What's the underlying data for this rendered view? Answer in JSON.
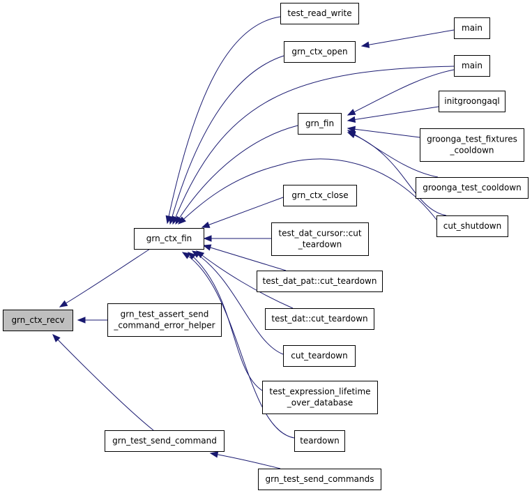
{
  "graph": {
    "edge_color": "#191970",
    "root_fill": "#bfbfbf",
    "nodes": [
      {
        "id": "grn_ctx_recv",
        "lines": [
          "grn_ctx_recv"
        ],
        "root": true
      },
      {
        "id": "grn_ctx_fin",
        "lines": [
          "grn_ctx_fin"
        ]
      },
      {
        "id": "grn_test_assert_send_command_error_helper",
        "lines": [
          "grn_test_assert_send",
          "_command_error_helper"
        ]
      },
      {
        "id": "grn_test_send_command",
        "lines": [
          "grn_test_send_command"
        ]
      },
      {
        "id": "grn_test_send_commands",
        "lines": [
          "grn_test_send_commands"
        ]
      },
      {
        "id": "test_read_write",
        "lines": [
          "test_read_write"
        ]
      },
      {
        "id": "grn_ctx_open",
        "lines": [
          "grn_ctx_open"
        ]
      },
      {
        "id": "main_1",
        "lines": [
          "main"
        ]
      },
      {
        "id": "main_2",
        "lines": [
          "main"
        ]
      },
      {
        "id": "grn_fin",
        "lines": [
          "grn_fin"
        ]
      },
      {
        "id": "initgroongaql",
        "lines": [
          "initgroongaql"
        ]
      },
      {
        "id": "groonga_test_fixtures_cooldown",
        "lines": [
          "groonga_test_fixtures",
          "_cooldown"
        ]
      },
      {
        "id": "groonga_test_cooldown",
        "lines": [
          "groonga_test_cooldown"
        ]
      },
      {
        "id": "cut_shutdown",
        "lines": [
          "cut_shutdown"
        ]
      },
      {
        "id": "grn_ctx_close",
        "lines": [
          "grn_ctx_close"
        ]
      },
      {
        "id": "test_dat_cursor_cut_teardown",
        "lines": [
          "test_dat_cursor::cut",
          "_teardown"
        ]
      },
      {
        "id": "test_dat_pat_cut_teardown",
        "lines": [
          "test_dat_pat::cut_teardown"
        ]
      },
      {
        "id": "test_dat_cut_teardown",
        "lines": [
          "test_dat::cut_teardown"
        ]
      },
      {
        "id": "cut_teardown",
        "lines": [
          "cut_teardown"
        ]
      },
      {
        "id": "test_expression_lifetime_over_database",
        "lines": [
          "test_expression_lifetime",
          "_over_database"
        ]
      },
      {
        "id": "teardown",
        "lines": [
          "teardown"
        ]
      }
    ],
    "edges": [
      {
        "from": "grn_ctx_fin",
        "to": "grn_ctx_recv"
      },
      {
        "from": "grn_test_assert_send_command_error_helper",
        "to": "grn_ctx_recv"
      },
      {
        "from": "grn_test_send_command",
        "to": "grn_ctx_recv"
      },
      {
        "from": "grn_test_send_commands",
        "to": "grn_test_send_command"
      },
      {
        "from": "test_read_write",
        "to": "grn_ctx_fin"
      },
      {
        "from": "grn_ctx_open",
        "to": "grn_ctx_fin"
      },
      {
        "from": "main_1",
        "to": "grn_ctx_open"
      },
      {
        "from": "main_2",
        "to": "grn_ctx_fin"
      },
      {
        "from": "grn_fin",
        "to": "grn_ctx_fin"
      },
      {
        "from": "main_2",
        "to": "grn_fin"
      },
      {
        "from": "initgroongaql",
        "to": "grn_fin"
      },
      {
        "from": "groonga_test_fixtures_cooldown",
        "to": "grn_fin"
      },
      {
        "from": "groonga_test_cooldown",
        "to": "grn_fin"
      },
      {
        "from": "cut_shutdown",
        "to": "grn_fin"
      },
      {
        "from": "cut_shutdown",
        "to": "grn_ctx_fin"
      },
      {
        "from": "grn_ctx_close",
        "to": "grn_ctx_fin"
      },
      {
        "from": "test_dat_cursor_cut_teardown",
        "to": "grn_ctx_fin"
      },
      {
        "from": "test_dat_pat_cut_teardown",
        "to": "grn_ctx_fin"
      },
      {
        "from": "test_dat_cut_teardown",
        "to": "grn_ctx_fin"
      },
      {
        "from": "cut_teardown",
        "to": "grn_ctx_fin"
      },
      {
        "from": "test_expression_lifetime_over_database",
        "to": "grn_ctx_fin"
      },
      {
        "from": "teardown",
        "to": "grn_ctx_fin"
      }
    ]
  }
}
